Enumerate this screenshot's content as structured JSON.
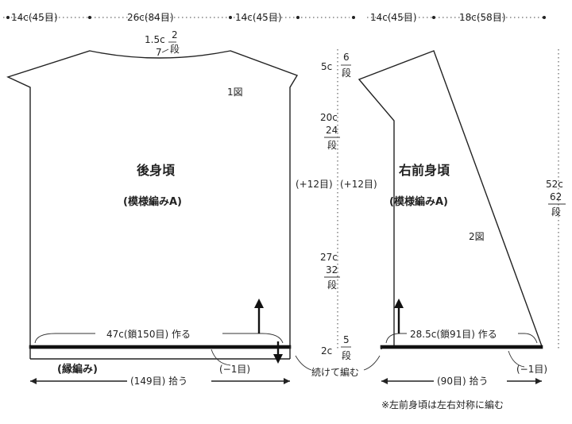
{
  "top_dims": {
    "back_left": "14c(45目)",
    "back_center": "26c(84目)",
    "back_right": "14c(45目)",
    "front_left": "14c(45目)",
    "front_right": "18c(58目)"
  },
  "neck": {
    "size": "1.5c",
    "rows_num": "2",
    "rows_unit": "段",
    "dec": "7"
  },
  "back": {
    "fig": "1図",
    "title": "後身頃",
    "pattern": "(模様編みA)",
    "cast_on": "47c(鎖150目) 作る",
    "border": "(縁編み)",
    "pickup": "(149目) 拾う",
    "minus": "(−1目)",
    "plus": "(+12目)"
  },
  "center": {
    "top_size": "5c",
    "top_rows_num": "6",
    "top_rows_unit": "段",
    "mid_size": "20c",
    "mid_rows_num": "24",
    "mid_rows_unit": "段",
    "low_size": "27c",
    "low_rows_num": "32",
    "low_rows_unit": "段",
    "bot_size": "2c",
    "bot_rows_num": "5",
    "bot_rows_unit": "段",
    "continue": "続けて編む"
  },
  "front": {
    "title": "右前身頃",
    "pattern": "(模様編みA)",
    "fig": "2図",
    "cast_on": "28.5c(鎖91目) 作る",
    "pickup": "(90目) 拾う",
    "minus": "(−1目)",
    "plus": "(+12目)"
  },
  "right": {
    "size": "52c",
    "rows_num": "62",
    "rows_unit": "段"
  },
  "note": "※左前身頃は左右対称に編む"
}
